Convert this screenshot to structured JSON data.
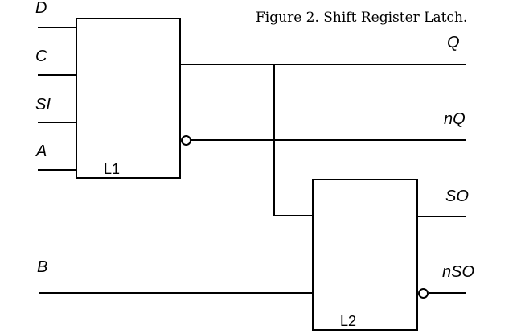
{
  "title": "Figure 2. Shift Register Latch.",
  "colors": {
    "line": "#000000",
    "background": "#ffffff",
    "text": "#000000"
  },
  "signals": {
    "d": "D",
    "c": "C",
    "si": "SI",
    "a": "A",
    "b": "B",
    "q": "Q",
    "nq": "nQ",
    "so": "SO",
    "nso": "nSO"
  },
  "blocks": {
    "l1": {
      "label": "L1",
      "inputs": [
        "D",
        "C",
        "SI",
        "A"
      ],
      "outputs": [
        "Q",
        "nQ"
      ],
      "bubble_output": "nQ"
    },
    "l2": {
      "label": "L2",
      "inputs": [
        "Q",
        "B"
      ],
      "outputs": [
        "SO",
        "nSO"
      ],
      "bubble_output": "nSO"
    }
  }
}
